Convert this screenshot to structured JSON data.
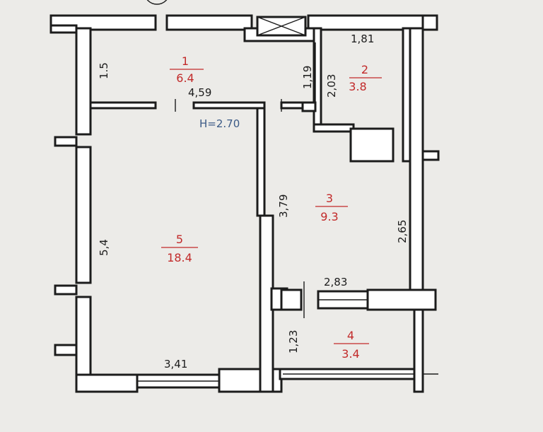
{
  "plan": {
    "height_label": "H=2.70",
    "rooms": [
      {
        "number": "1",
        "area": "6.4"
      },
      {
        "number": "2",
        "area": "3.8"
      },
      {
        "number": "3",
        "area": "9.3"
      },
      {
        "number": "4",
        "area": "3.4"
      },
      {
        "number": "5",
        "area": "18.4"
      }
    ],
    "dimensions": {
      "d_1_5": "1.5",
      "d_4_59": "4,59",
      "d_1_81": "1,81",
      "d_1_19": "1,19",
      "d_2_03": "2,03",
      "d_3_79": "3,79",
      "d_2_65": "2,65",
      "d_5_4": "5,4",
      "d_2_83": "2,83",
      "d_1_23": "1,23",
      "d_3_41": "3,41"
    }
  }
}
